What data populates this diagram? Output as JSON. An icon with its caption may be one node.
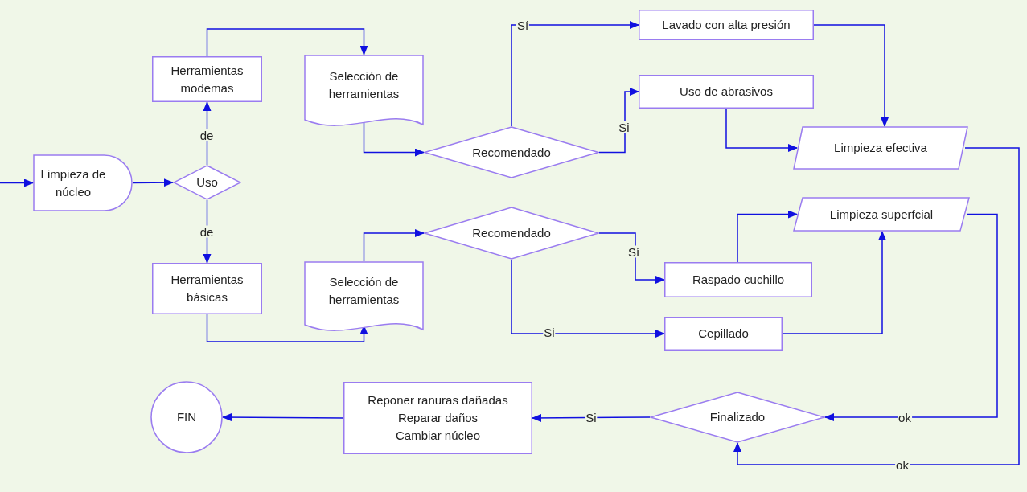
{
  "diagram": {
    "nodes": [
      {
        "text": [
          "Limpieza de núcleo"
        ]
      },
      {
        "text": [
          "Uso"
        ]
      },
      {
        "text": [
          "Herramientas modemas"
        ]
      },
      {
        "text": [
          "Herramientas básicas"
        ]
      },
      {
        "text": [
          "Selección de herramientas"
        ]
      },
      {
        "text": [
          "Selección de herramientas"
        ]
      },
      {
        "text": [
          "Recomendado"
        ]
      },
      {
        "text": [
          "Recomendado"
        ]
      },
      {
        "text": [
          "Lavado con alta presión"
        ]
      },
      {
        "text": [
          "Uso de abrasivos"
        ]
      },
      {
        "text": [
          "Limpieza efectiva"
        ]
      },
      {
        "text": [
          "Raspado cuchillo"
        ]
      },
      {
        "text": [
          "Cepillado"
        ]
      },
      {
        "text": [
          "Limpieza superfcial"
        ]
      },
      {
        "text": [
          "Finalizado"
        ]
      },
      {
        "text": [
          "Reponer ranuras dañadas",
          "Reparar daños",
          "Cambiar núcleo"
        ]
      },
      {
        "text": [
          "FIN"
        ]
      }
    ],
    "edges": [
      {
        "from": null,
        "to": 0,
        "arrow": "to"
      },
      {
        "from": 0,
        "to": 1,
        "arrow": "to"
      },
      {
        "from": 1,
        "to": 2,
        "arrow": "to",
        "label": "de"
      },
      {
        "from": 1,
        "to": 3,
        "arrow": "to",
        "label": "de"
      },
      {
        "from": 2,
        "to": 4,
        "arrow": "to"
      },
      {
        "from": 3,
        "to": 5,
        "arrow": "to"
      },
      {
        "from": 4,
        "to": 6,
        "arrow": "to"
      },
      {
        "from": 5,
        "to": 7,
        "arrow": "to"
      },
      {
        "from": 6,
        "to": 8,
        "arrow": "to",
        "label": "Sí"
      },
      {
        "from": 6,
        "to": 9,
        "arrow": "to",
        "label": "Si"
      },
      {
        "from": 8,
        "to": 10,
        "arrow": "to"
      },
      {
        "from": 9,
        "to": 10,
        "arrow": "to"
      },
      {
        "from": 7,
        "to": 11,
        "arrow": "to",
        "label": "Sí"
      },
      {
        "from": 7,
        "to": 12,
        "arrow": "to",
        "label": "Si"
      },
      {
        "from": 11,
        "to": 13,
        "arrow": "to"
      },
      {
        "from": 12,
        "to": 13,
        "arrow": "to"
      },
      {
        "from": 13,
        "to": 14,
        "arrow": "to",
        "label": "ok"
      },
      {
        "from": 10,
        "to": 14,
        "arrow": "to",
        "label": "ok"
      },
      {
        "from": 14,
        "to": 15,
        "arrow": "to",
        "label": "Si"
      },
      {
        "from": 15,
        "to": 16,
        "arrow": "to"
      }
    ]
  }
}
